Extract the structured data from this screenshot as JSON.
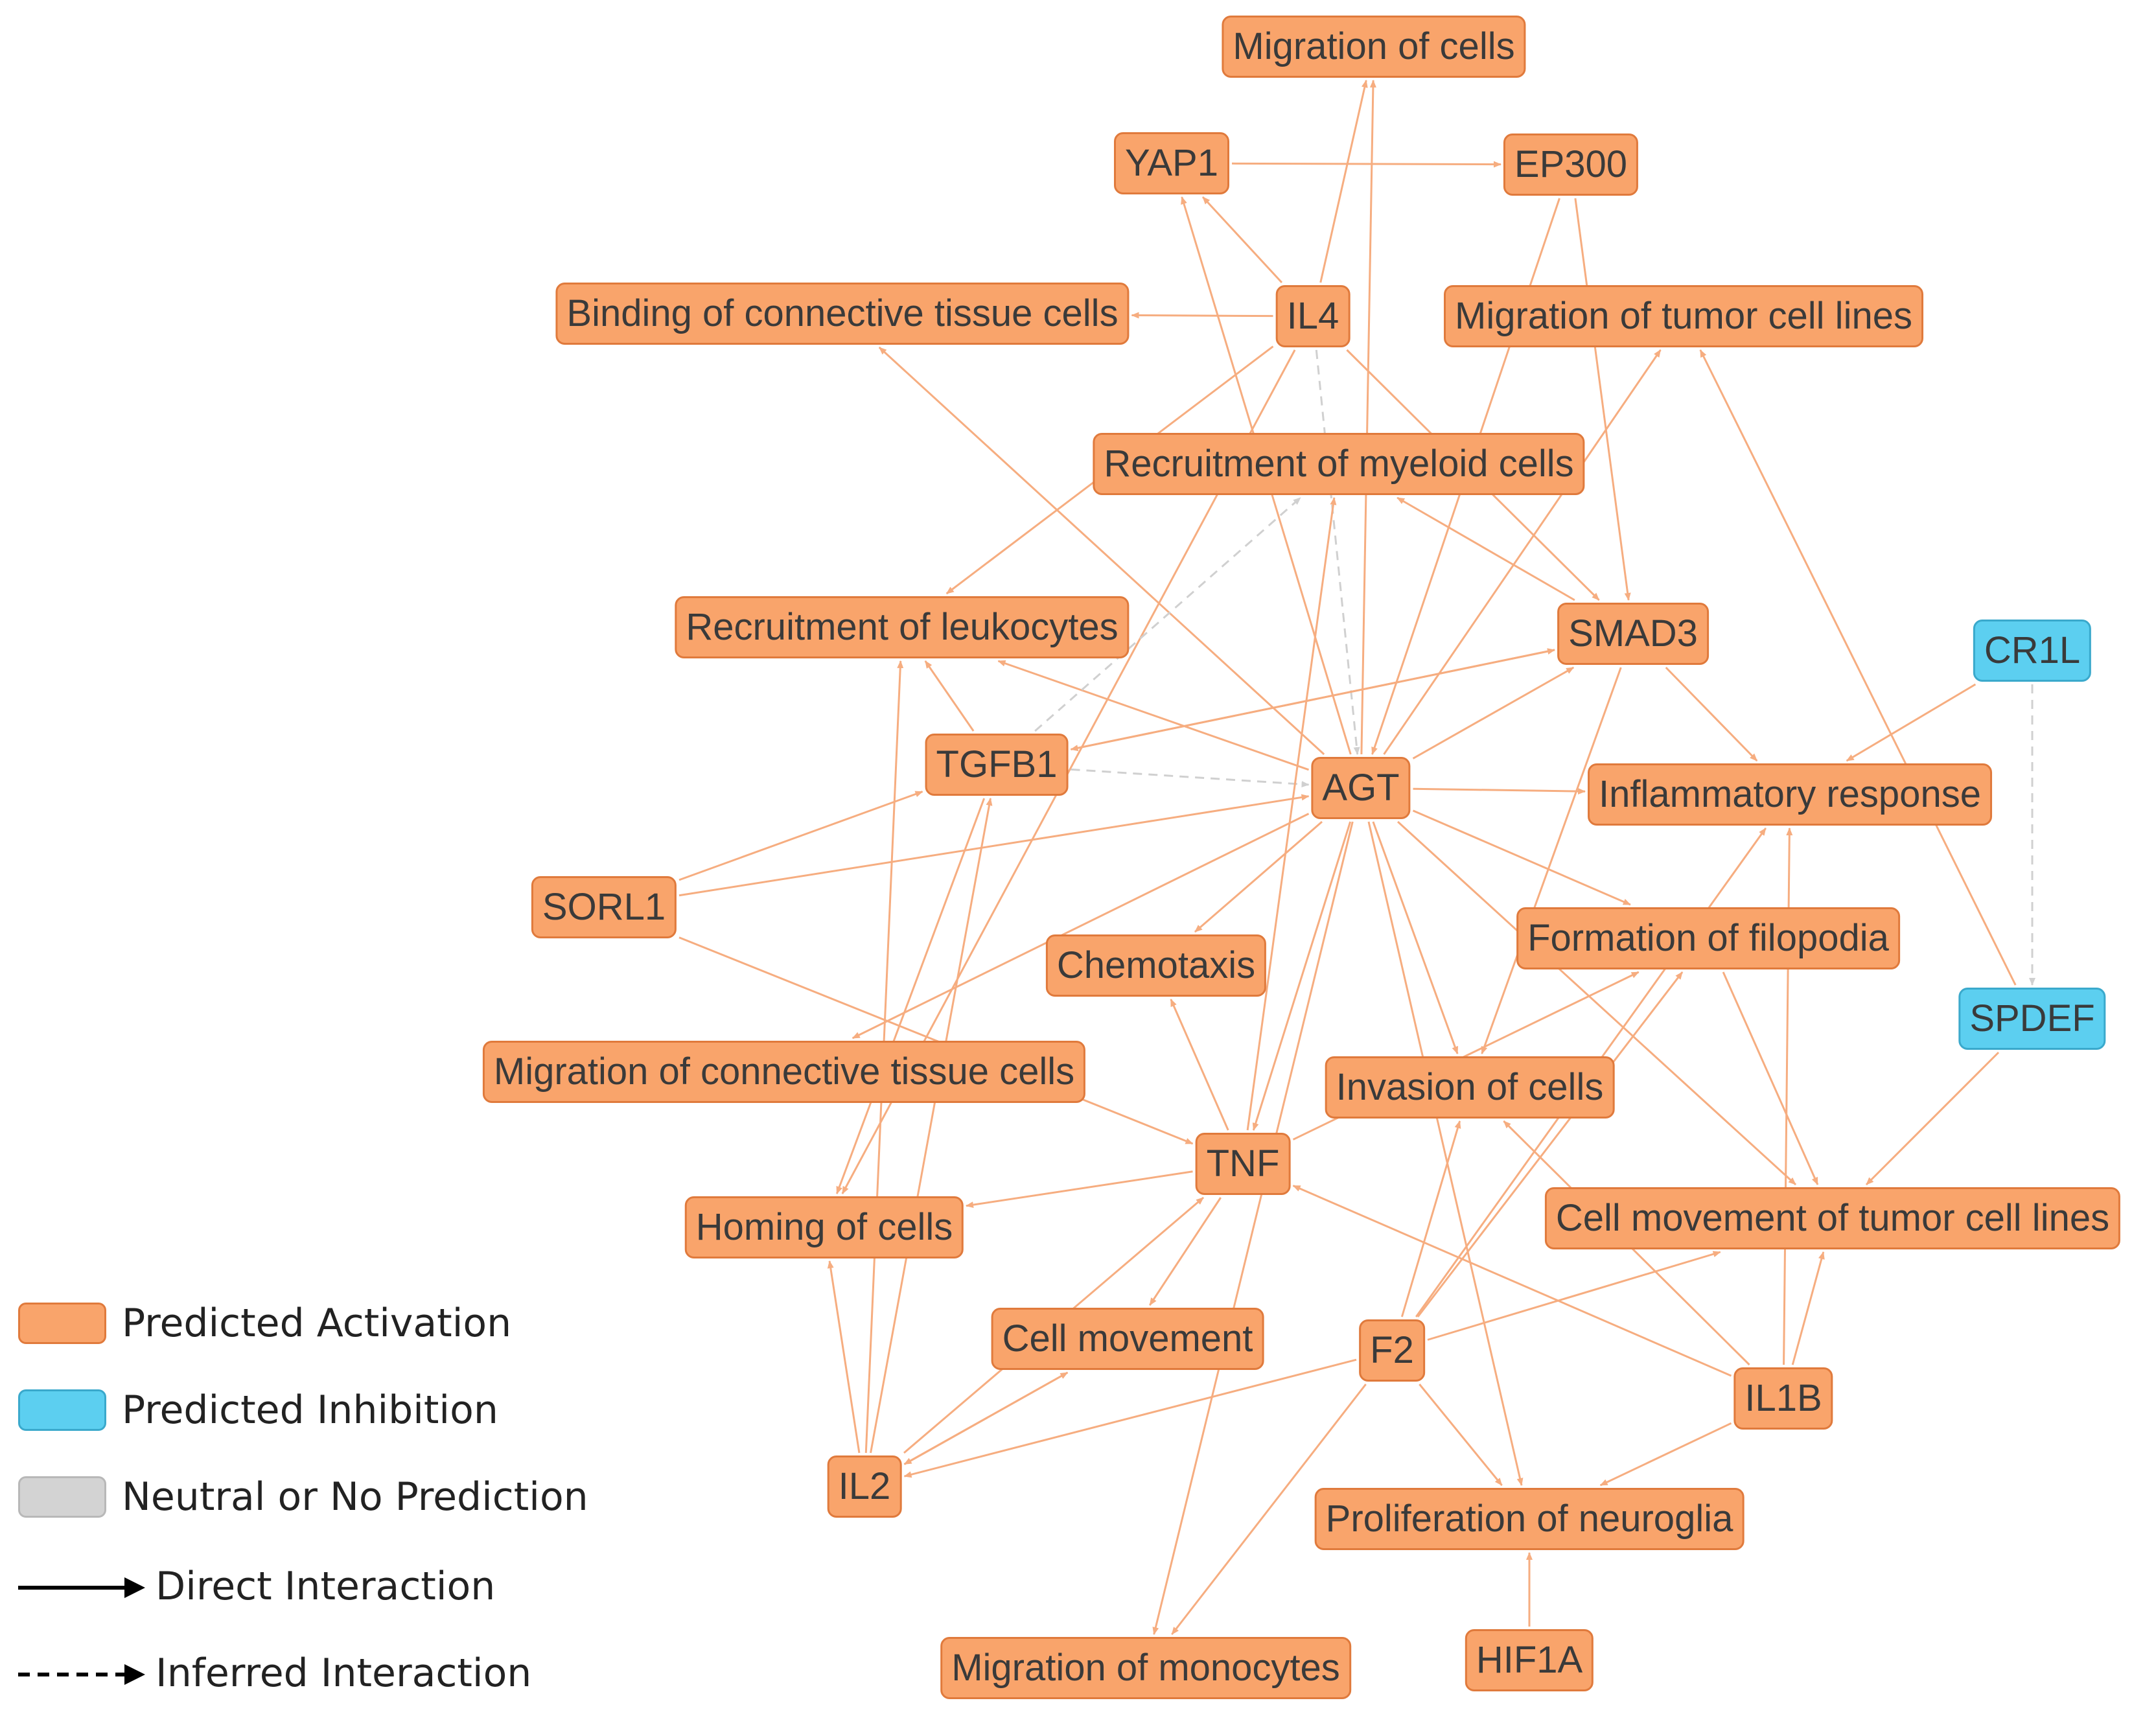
{
  "colors": {
    "activation": "#f9a46b",
    "activation_border": "#e07a3c",
    "inhibition": "#5ccff0",
    "inhibition_border": "#3aa9cc",
    "neutral": "#d3d3d3",
    "edge_activation": "#f6ad80",
    "edge_neutral": "#d0d0d0",
    "legend_line": "#000000"
  },
  "nodes": [
    {
      "id": "migration_of_cells",
      "label": "Migration of cells",
      "state": "activation"
    },
    {
      "id": "yap1",
      "label": "YAP1",
      "state": "activation"
    },
    {
      "id": "ep300",
      "label": "EP300",
      "state": "activation"
    },
    {
      "id": "binding_connective",
      "label": "Binding of connective tissue cells",
      "state": "activation"
    },
    {
      "id": "il4",
      "label": "IL4",
      "state": "activation"
    },
    {
      "id": "migration_tumor",
      "label": "Migration of tumor cell lines",
      "state": "activation"
    },
    {
      "id": "recruitment_myeloid",
      "label": "Recruitment of myeloid cells",
      "state": "activation"
    },
    {
      "id": "recruitment_leukocytes",
      "label": "Recruitment of leukocytes",
      "state": "activation"
    },
    {
      "id": "smad3",
      "label": "SMAD3",
      "state": "activation"
    },
    {
      "id": "cr1l",
      "label": "CR1L",
      "state": "inhibition"
    },
    {
      "id": "tgfb1",
      "label": "TGFB1",
      "state": "activation"
    },
    {
      "id": "agt",
      "label": "AGT",
      "state": "activation"
    },
    {
      "id": "inflammatory",
      "label": "Inflammatory response",
      "state": "activation"
    },
    {
      "id": "sorl1",
      "label": "SORL1",
      "state": "activation"
    },
    {
      "id": "formation_filopodia",
      "label": "Formation of filopodia",
      "state": "activation"
    },
    {
      "id": "chemotaxis",
      "label": "Chemotaxis",
      "state": "activation"
    },
    {
      "id": "spdef",
      "label": "SPDEF",
      "state": "inhibition"
    },
    {
      "id": "migration_connective",
      "label": "Migration of connective tissue cells",
      "state": "activation"
    },
    {
      "id": "invasion",
      "label": "Invasion of cells",
      "state": "activation"
    },
    {
      "id": "tnf",
      "label": "TNF",
      "state": "activation"
    },
    {
      "id": "cell_movement_tumor",
      "label": "Cell movement of tumor cell lines",
      "state": "activation"
    },
    {
      "id": "homing",
      "label": "Homing of cells",
      "state": "activation"
    },
    {
      "id": "cell_movement",
      "label": "Cell movement",
      "state": "activation"
    },
    {
      "id": "f2",
      "label": "F2",
      "state": "activation"
    },
    {
      "id": "il1b",
      "label": "IL1B",
      "state": "activation"
    },
    {
      "id": "il2",
      "label": "IL2",
      "state": "activation"
    },
    {
      "id": "proliferation",
      "label": "Proliferation of neuroglia",
      "state": "activation"
    },
    {
      "id": "hif1a",
      "label": "HIF1A",
      "state": "activation"
    },
    {
      "id": "migration_monocytes",
      "label": "Migration of monocytes",
      "state": "activation"
    }
  ],
  "edges": [
    {
      "from": "yap1",
      "to": "ep300",
      "type": "direct"
    },
    {
      "from": "il4",
      "to": "yap1",
      "type": "direct"
    },
    {
      "from": "il4",
      "to": "binding_connective",
      "type": "direct"
    },
    {
      "from": "il4",
      "to": "migration_of_cells",
      "type": "direct"
    },
    {
      "from": "il4",
      "to": "recruitment_leukocytes",
      "type": "direct"
    },
    {
      "from": "il4",
      "to": "smad3",
      "type": "direct"
    },
    {
      "from": "il4",
      "to": "agt",
      "type": "inferred"
    },
    {
      "from": "il4",
      "to": "homing",
      "type": "direct"
    },
    {
      "from": "ep300",
      "to": "smad3",
      "type": "direct"
    },
    {
      "from": "ep300",
      "to": "agt",
      "type": "direct"
    },
    {
      "from": "smad3",
      "to": "recruitment_myeloid",
      "type": "direct"
    },
    {
      "from": "smad3",
      "to": "tgfb1",
      "type": "direct"
    },
    {
      "from": "smad3",
      "to": "inflammatory",
      "type": "direct"
    },
    {
      "from": "smad3",
      "to": "invasion",
      "type": "direct"
    },
    {
      "from": "agt",
      "to": "migration_of_cells",
      "type": "direct"
    },
    {
      "from": "agt",
      "to": "yap1",
      "type": "direct"
    },
    {
      "from": "agt",
      "to": "binding_connective",
      "type": "direct"
    },
    {
      "from": "agt",
      "to": "recruitment_leukocytes",
      "type": "direct"
    },
    {
      "from": "agt",
      "to": "smad3",
      "type": "direct"
    },
    {
      "from": "agt",
      "to": "inflammatory",
      "type": "direct"
    },
    {
      "from": "agt",
      "to": "formation_filopodia",
      "type": "direct"
    },
    {
      "from": "agt",
      "to": "chemotaxis",
      "type": "direct"
    },
    {
      "from": "agt",
      "to": "migration_connective",
      "type": "direct"
    },
    {
      "from": "agt",
      "to": "invasion",
      "type": "direct"
    },
    {
      "from": "agt",
      "to": "migration_tumor",
      "type": "direct"
    },
    {
      "from": "agt",
      "to": "tnf",
      "type": "direct"
    },
    {
      "from": "agt",
      "to": "cell_movement_tumor",
      "type": "direct"
    },
    {
      "from": "agt",
      "to": "proliferation",
      "type": "direct"
    },
    {
      "from": "agt",
      "to": "migration_monocytes",
      "type": "direct"
    },
    {
      "from": "tgfb1",
      "to": "smad3",
      "type": "direct"
    },
    {
      "from": "tgfb1",
      "to": "agt",
      "type": "inferred"
    },
    {
      "from": "tgfb1",
      "to": "recruitment_leukocytes",
      "type": "direct"
    },
    {
      "from": "tgfb1",
      "to": "homing",
      "type": "direct"
    },
    {
      "from": "tgfb1",
      "to": "recruitment_myeloid",
      "type": "inferred"
    },
    {
      "from": "sorl1",
      "to": "tgfb1",
      "type": "direct"
    },
    {
      "from": "sorl1",
      "to": "agt",
      "type": "direct"
    },
    {
      "from": "sorl1",
      "to": "tnf",
      "type": "direct"
    },
    {
      "from": "tnf",
      "to": "recruitment_myeloid",
      "type": "direct"
    },
    {
      "from": "tnf",
      "to": "chemotaxis",
      "type": "direct"
    },
    {
      "from": "tnf",
      "to": "homing",
      "type": "direct"
    },
    {
      "from": "tnf",
      "to": "cell_movement",
      "type": "direct"
    },
    {
      "from": "tnf",
      "to": "formation_filopodia",
      "type": "direct"
    },
    {
      "from": "il2",
      "to": "tnf",
      "type": "direct"
    },
    {
      "from": "il2",
      "to": "homing",
      "type": "direct"
    },
    {
      "from": "il2",
      "to": "recruitment_leukocytes",
      "type": "direct"
    },
    {
      "from": "il2",
      "to": "tgfb1",
      "type": "direct"
    },
    {
      "from": "il2",
      "to": "cell_movement",
      "type": "direct"
    },
    {
      "from": "cell_movement",
      "to": "il2",
      "type": "direct"
    },
    {
      "from": "f2",
      "to": "il2",
      "type": "direct"
    },
    {
      "from": "f2",
      "to": "invasion",
      "type": "direct"
    },
    {
      "from": "f2",
      "to": "inflammatory",
      "type": "direct"
    },
    {
      "from": "f2",
      "to": "formation_filopodia",
      "type": "direct"
    },
    {
      "from": "f2",
      "to": "cell_movement_tumor",
      "type": "direct"
    },
    {
      "from": "f2",
      "to": "proliferation",
      "type": "direct"
    },
    {
      "from": "f2",
      "to": "migration_monocytes",
      "type": "direct"
    },
    {
      "from": "il1b",
      "to": "tnf",
      "type": "direct"
    },
    {
      "from": "il1b",
      "to": "invasion",
      "type": "direct"
    },
    {
      "from": "il1b",
      "to": "inflammatory",
      "type": "direct"
    },
    {
      "from": "il1b",
      "to": "cell_movement_tumor",
      "type": "direct"
    },
    {
      "from": "il1b",
      "to": "proliferation",
      "type": "direct"
    },
    {
      "from": "hif1a",
      "to": "proliferation",
      "type": "direct"
    },
    {
      "from": "cr1l",
      "to": "inflammatory",
      "type": "direct"
    },
    {
      "from": "cr1l",
      "to": "spdef",
      "type": "inferred"
    },
    {
      "from": "spdef",
      "to": "migration_tumor",
      "type": "direct"
    },
    {
      "from": "spdef",
      "to": "cell_movement_tumor",
      "type": "direct"
    },
    {
      "from": "formation_filopodia",
      "to": "cell_movement_tumor",
      "type": "direct"
    }
  ],
  "legend": {
    "activation": "Predicted Activation",
    "inhibition": "Predicted Inhibition",
    "neutral": "Neutral or No Prediction",
    "direct": "Direct Interaction",
    "inferred": "Inferred Interaction"
  }
}
